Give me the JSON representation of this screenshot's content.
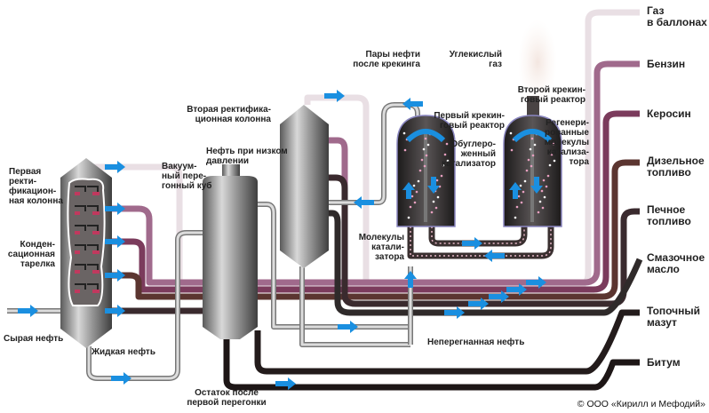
{
  "labels": {
    "column1": [
      "Первая",
      "ректи-",
      "фикацион-",
      "ная колонна"
    ],
    "tray": [
      "Конден-",
      "сационная",
      "тарелка"
    ],
    "crude": [
      "Сырая нефть"
    ],
    "liquid": [
      "Жидкая нефть"
    ],
    "vacuum": [
      "Вакуум-",
      "ный пере-",
      "гонный куб"
    ],
    "lowpressure": [
      "Нефть при низком",
      "давлении"
    ],
    "column2": [
      "Вторая ректифика-",
      "ционная колонна"
    ],
    "residue": [
      "Остаток после",
      "первой перегонки"
    ],
    "vapors": [
      "Пары нефти",
      "после крекинга"
    ],
    "co2": [
      "Углекислый",
      "газ"
    ],
    "reactor1": [
      "Первый крекин-",
      "говый реактор"
    ],
    "coked": [
      "Обуглеро-",
      "женный",
      "катализатор"
    ],
    "reactor2": [
      "Второй крекин-",
      "говый реактор"
    ],
    "regen": [
      "Регенери-",
      "рованные",
      "молекулы",
      "катализа-",
      "тора"
    ],
    "molecules": [
      "Молекулы",
      "катали-",
      "затора"
    ],
    "undistilled": [
      "Неперегнанная нефть"
    ]
  },
  "outputs": [
    {
      "lines": [
        "Газ",
        "в баллонах"
      ],
      "color": "#e9dfe4"
    },
    {
      "lines": [
        "Бензин"
      ],
      "color": "#a06a8c"
    },
    {
      "lines": [
        "Керосин"
      ],
      "color": "#7b3b5c"
    },
    {
      "lines": [
        "Дизельное",
        "топливо"
      ],
      "color": "#5b3530"
    },
    {
      "lines": [
        "Печное",
        "топливо"
      ],
      "color": "#3a2a2e"
    },
    {
      "lines": [
        "Смазочное",
        "масло"
      ],
      "color": "#2f2a2a"
    },
    {
      "lines": [
        "Топочный",
        "мазут"
      ],
      "color": "#231b1b"
    },
    {
      "lines": [
        "Битум"
      ],
      "color": "#1d1616"
    }
  ],
  "copyright": "© ООО «Кирилл и Мефодий»",
  "colors": {
    "arrow": "#1a8fe0",
    "steel": "#9a9a9a",
    "reactor": "#2a2626",
    "tray": "#c0395e"
  }
}
